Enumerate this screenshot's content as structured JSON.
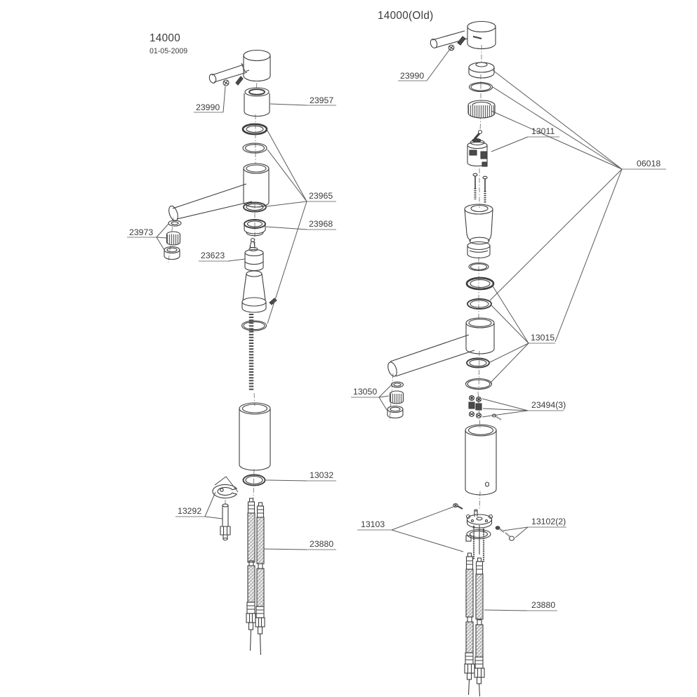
{
  "colors": {
    "background": "#ffffff",
    "line": "#3e3e3e",
    "label_text": "#3b3b3b",
    "leader_line": "#5a5a5a"
  },
  "left_diagram": {
    "title": "14000",
    "date": "01-05-2009",
    "labels": {
      "handle_screw": "23990",
      "cap": "23957",
      "oring_kit": "23965",
      "guide_ring": "23968",
      "aerator": "23973",
      "cartridge": "23623",
      "base_oring": "13032",
      "mounting_kit": "13292",
      "supply_hoses": "23880"
    }
  },
  "right_diagram": {
    "title": "14000(Old)",
    "labels": {
      "handle_screw": "23990",
      "cartridge": "13011",
      "service_kit": "06018",
      "oring_kit": "13015",
      "aerator": "13050",
      "bumper_kit": "23494(3)",
      "mounting_base": "13103",
      "mounting_screws": "13102(2)",
      "supply_hoses": "23880"
    }
  }
}
